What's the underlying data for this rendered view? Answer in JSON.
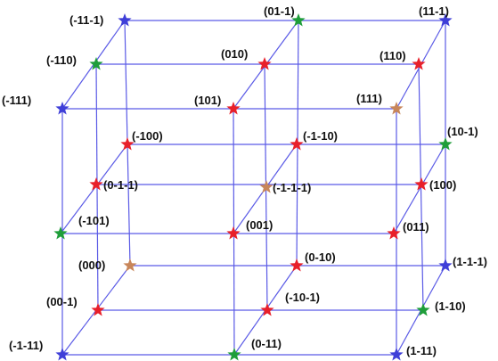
{
  "colors": {
    "line": "#5a5ae6",
    "red": "#e8202a",
    "green": "#1f9e3a",
    "blue": "#3f3fd8",
    "brown": "#c8865a"
  },
  "nodes": [
    {
      "id": "n1",
      "label": "(-11-1)",
      "color": "blue"
    },
    {
      "id": "n2",
      "label": "(01-1)",
      "color": "green"
    },
    {
      "id": "n3",
      "label": "(11-1)",
      "color": "blue"
    },
    {
      "id": "n4",
      "label": "(-110)",
      "color": "green"
    },
    {
      "id": "n5",
      "label": "(010)",
      "color": "red"
    },
    {
      "id": "n6",
      "label": "(110)",
      "color": "red"
    },
    {
      "id": "n7",
      "label": "(-111)",
      "color": "blue"
    },
    {
      "id": "n8",
      "label": "(101)",
      "color": "red"
    },
    {
      "id": "n9",
      "label": "(111)",
      "color": "brown"
    },
    {
      "id": "n10",
      "label": "(-100)",
      "color": "red"
    },
    {
      "id": "n11",
      "label": "(-1-10)",
      "color": "red"
    },
    {
      "id": "n12",
      "label": "(10-1)",
      "color": "green"
    },
    {
      "id": "n13",
      "label": "(0-1-1)",
      "color": "red"
    },
    {
      "id": "n14",
      "label": "(-1-1-1)",
      "color": "brown"
    },
    {
      "id": "n15",
      "label": "(100)",
      "color": "red"
    },
    {
      "id": "n16",
      "label": "(-101)",
      "color": "green"
    },
    {
      "id": "n17",
      "label": "(001)",
      "color": "red"
    },
    {
      "id": "n18",
      "label": "(011)",
      "color": "red"
    },
    {
      "id": "n19",
      "label": "(000)",
      "color": "brown"
    },
    {
      "id": "n20",
      "label": "(0-10)",
      "color": "red"
    },
    {
      "id": "n21",
      "label": "(1-1-1)",
      "color": "blue"
    },
    {
      "id": "n22",
      "label": "(00-1)",
      "color": "red"
    },
    {
      "id": "n23",
      "label": "(-10-1)",
      "color": "red"
    },
    {
      "id": "n24",
      "label": "(1-10)",
      "color": "green"
    },
    {
      "id": "n25",
      "label": "(-1-11)",
      "color": "blue"
    },
    {
      "id": "n26",
      "label": "(0-11)",
      "color": "green"
    },
    {
      "id": "n27",
      "label": "(1-11)",
      "color": "blue"
    }
  ]
}
